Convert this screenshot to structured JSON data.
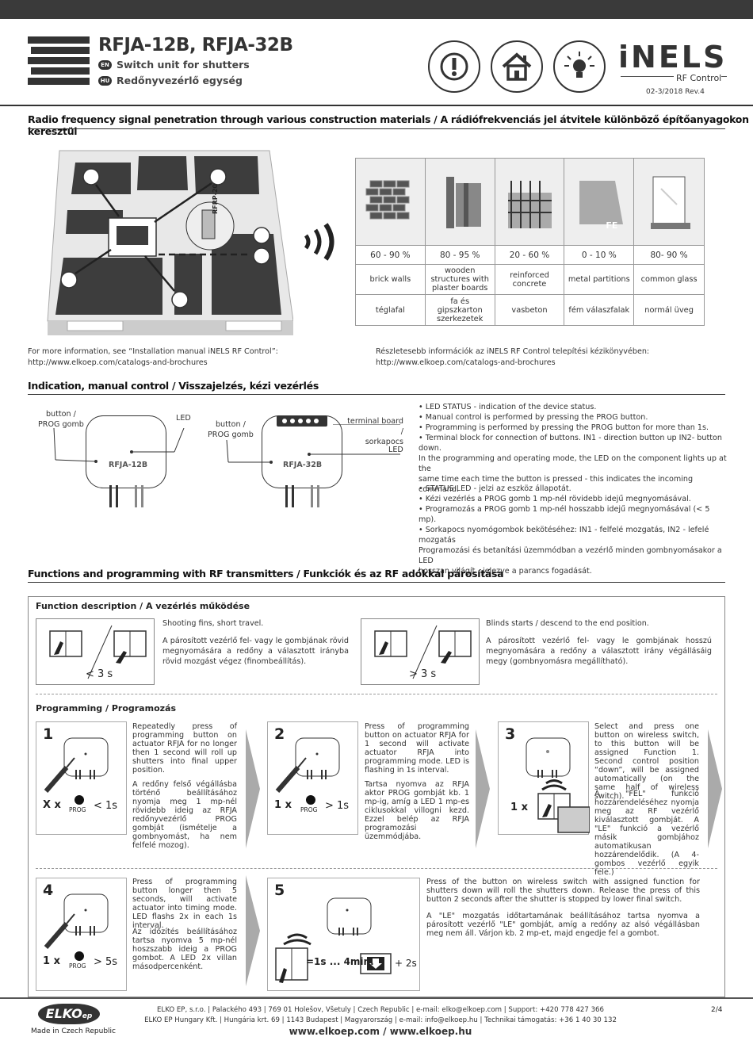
{
  "header": {
    "title": "RFJA-12B, RFJA-32B",
    "en_badge": "EN",
    "hu_badge": "HU",
    "subtitle_en": "Switch unit for shutters",
    "subtitle_hu": "Redőnyvezérlő egység",
    "brand": "iNELS",
    "brand_sub": "RF Control",
    "revision": "02-3/2018 Rev.4"
  },
  "section1": {
    "title": "Radio frequency signal penetration through various construction materials / A rádiófrekvenciás jel átvitele különböző építőanyagokon keresztül",
    "device_label": "RFRP-20",
    "materials": [
      {
        "pct": "60 - 90 %",
        "en": "brick walls",
        "hu": "téglafal"
      },
      {
        "pct": "80 - 95 %",
        "en": "wooden structures with plaster boards",
        "hu": "fa és gipszkarton szerkezetek"
      },
      {
        "pct": "20 - 60 %",
        "en": "reinforced concrete",
        "hu": "vasbeton"
      },
      {
        "pct": "0 - 10 %",
        "en": "metal partitions",
        "hu": "fém válaszfalak"
      },
      {
        "pct": "80- 90 %",
        "en": "common glass",
        "hu": "normál üveg"
      }
    ],
    "fe_label": "FE",
    "info_en_1": "For more information, see “Installation manual iNELS RF Control”:",
    "info_en_2": "http://www.elkoep.com/catalogs-and-brochures",
    "info_hu_1": "Részletesebb információk az iNELS RF Control telepítési kézikönyvében:",
    "info_hu_2": "http://www.elkoep.com/catalogs-and-brochures"
  },
  "section2": {
    "title": "Indication, manual control / Visszajelzés, kézi vezérlés",
    "dev1": {
      "label": "RFJA-12B",
      "button_label_1": "button /",
      "button_label_2": "PROG gomb",
      "led": "LED"
    },
    "dev2": {
      "label": "RFJA-32B",
      "button_label_1": "button /",
      "button_label_2": "PROG gomb",
      "terminal_1": "terminal board /",
      "terminal_2": "sorkapocs",
      "led": "LED"
    },
    "bullets_en": [
      "• LED STATUS - indication of the device status.",
      "• Manual control is performed by pressing the PROG button.",
      "• Programming is performed by pressing the PROG button for more than 1s.",
      "• Terminal block for connection of buttons. IN1 - direction button up IN2- button down.",
      "In the programming and operating mode, the LED on the component lights up at the",
      "same time each time the button is pressed - this indicates the incoming command."
    ],
    "bullets_hu": [
      "• STATUS LED - jelzi az eszköz állapotát.",
      "• Kézi vezérlés a PROG gomb 1 mp-nél rövidebb idejű megnyomásával.",
      "• Programozás a PROG gomb 1 mp-nél hosszabb idejű megnyomásával (< 5 mp).",
      "• Sorkapocs nyomógombok bekötéséhez: IN1 - felfelé mozgatás, IN2 - lefelé mozgatás",
      "Programozási és betanítási üzemmódban a vezérlő minden gombnyomásakor a LED",
      "hosszan világít - jelezve a parancs fogadását."
    ]
  },
  "section3": {
    "title": "Functions and programming with RF transmitters / Funkciók és az RF adókkal párosítása",
    "func_title": "Function description / A vezérlés működése",
    "f1_en": "Shooting fins, short travel.",
    "f1_hu": "A párosított vezérlő fel- vagy le gombjának rövid megnyomására a redőny a választott irányba rövid mozgást végez (finombeállítás).",
    "f1_time": "< 3 s",
    "f2_en": "Blinds starts / descend to the end position.",
    "f2_hu": "A párosított vezérlő fel- vagy le gombjának hosszú megnyomására a redőny a választott irány végállásáig megy (gombnyomásra megállítható).",
    "f2_time": "> 3 s",
    "prog_title": "Programming / Programozás",
    "steps": [
      {
        "num": "1",
        "times": "X x",
        "prog": "PROG",
        "dur": "< 1s",
        "en": "Repeatedly press of programming button on actuator RFJA for no longer then 1 second will roll up shutters into final upper position.",
        "hu": "A redőny felső végállásba történő beállításához nyomja meg 1 mp-nél rövidebb ideig az RFJA redőnyvezérlő PROG gombját (ismételje a gombnyomást, ha nem felfelé mozog)."
      },
      {
        "num": "2",
        "times": "1 x",
        "prog": "PROG",
        "dur": "> 1s",
        "en": "Press of programming button on actuator RFJA for 1 second will activate actuator RFJA into programming mode. LED is flashing in 1s interval.",
        "hu": "Tartsa nyomva az RFJA aktor PROG gombját kb. 1 mp-ig, amíg a LED 1 mp-es ciklusokkal villogni kezd. Ezzel belép az RFJA programozási üzemmódjába."
      },
      {
        "num": "3",
        "times": "1 x",
        "en": "Select and press one button on wireless switch, to this button will be assigned Function 1. Second control position “down”, will be assigned automatically (on the same half of wireless switch).",
        "hu": "A \"FEL\" funkció hozzárendeléséhez nyomja meg az RF vezérlő kiválasztott gombját. A \"LE\" funkció a vezérlő másik gombjához automatikusan hozzárendelődik. (A 4-gombos vezérlő egyik fele.)"
      },
      {
        "num": "4",
        "times": "1 x",
        "prog": "PROG",
        "dur": "> 5s",
        "en": "Press of programming button longer then 5 seconds, will activate actuator into timing mode. LED flashs 2x in each 1s interval.",
        "hu": "Az időzítés beállításához tartsa nyomva 5 mp-nél hoszszabb ideig a PROG gombot. A LED 2x villan másodpercenként."
      },
      {
        "num": "5",
        "time_range": "=1s ... 4min.",
        "plus": "+ 2s",
        "en": "Press of the button on wireless switch with assigned function for shutters down will roll the shutters down. Release the press of this button 2 seconds after the shutter is stopped by lower final switch.",
        "hu": "A \"LE\" mozgatás időtartamának beállításához tartsa nyomva a párosított vezérlő \"LE\" gombját, amíg a redőny az alsó végállásban meg nem áll. Várjon kb. 2 mp-et, majd engedje fel a gombot."
      }
    ]
  },
  "footer": {
    "logo": "ELKO",
    "logo_sub": "ep",
    "made_in": "Made in Czech Republic",
    "line1": "ELKO EP, s.r.o. | Palackého 493 | 769 01 Holešov, Všetuly | Czech Republic | e-mail: elko@elkoep.com | Support: +420 778 427 366",
    "line2": "ELKO EP Hungary Kft. | Hungária krt. 69 | 1143 Budapest | Magyarország | e-mail: info@elkoep.hu | Technikai támogatás: +36 1 40 30 132",
    "web": "www.elkoep.com / www.elkoep.hu",
    "page": "2/4"
  },
  "colors": {
    "dark": "#333333",
    "grey": "#aaaaaa",
    "light": "#eeeeee"
  }
}
